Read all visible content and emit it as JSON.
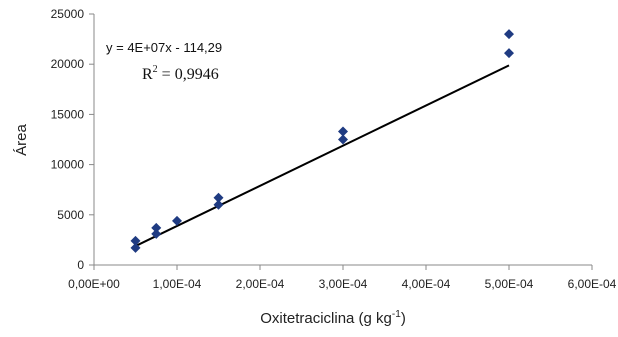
{
  "chart_data": {
    "type": "scatter",
    "xlabel": "Oxitetraciclina (g kg",
    "xlabel_sup": "-1",
    "xlabel_close": ")",
    "ylabel": "Área",
    "xlim": [
      0,
      0.0006
    ],
    "ylim": [
      0,
      25000
    ],
    "x_tick_labels": [
      "0,00E+00",
      "1,00E-04",
      "2,00E-04",
      "3,00E-04",
      "4,00E-04",
      "5,00E-04",
      "6,00E-04"
    ],
    "x_tick_values": [
      0,
      0.0001,
      0.0002,
      0.0003,
      0.0004,
      0.0005,
      0.0006
    ],
    "y_tick_labels": [
      "0",
      "5000",
      "10000",
      "15000",
      "20000",
      "25000"
    ],
    "y_tick_values": [
      0,
      5000,
      10000,
      15000,
      20000,
      25000
    ],
    "grid": false,
    "series": [
      {
        "marker": "diamond",
        "color": "#1f3b82",
        "points": [
          {
            "x": 5e-05,
            "y": 1700
          },
          {
            "x": 5e-05,
            "y": 2400
          },
          {
            "x": 7.5e-05,
            "y": 3100
          },
          {
            "x": 7.5e-05,
            "y": 3700
          },
          {
            "x": 0.0001,
            "y": 4400
          },
          {
            "x": 0.00015,
            "y": 6000
          },
          {
            "x": 0.00015,
            "y": 6700
          },
          {
            "x": 0.0003,
            "y": 12500
          },
          {
            "x": 0.0003,
            "y": 13300
          },
          {
            "x": 0.0005,
            "y": 21100
          },
          {
            "x": 0.0005,
            "y": 23000
          }
        ]
      }
    ],
    "trendline": {
      "type": "linear",
      "slope": 40000000,
      "intercept": -114.29,
      "x_range": [
        5e-05,
        0.0005
      ],
      "color": "#000000",
      "equation_label": "y = 4E+07x - 114,29",
      "r2_prefix": "R",
      "r2_sup": "2",
      "r2_value": " = 0,9946"
    }
  }
}
